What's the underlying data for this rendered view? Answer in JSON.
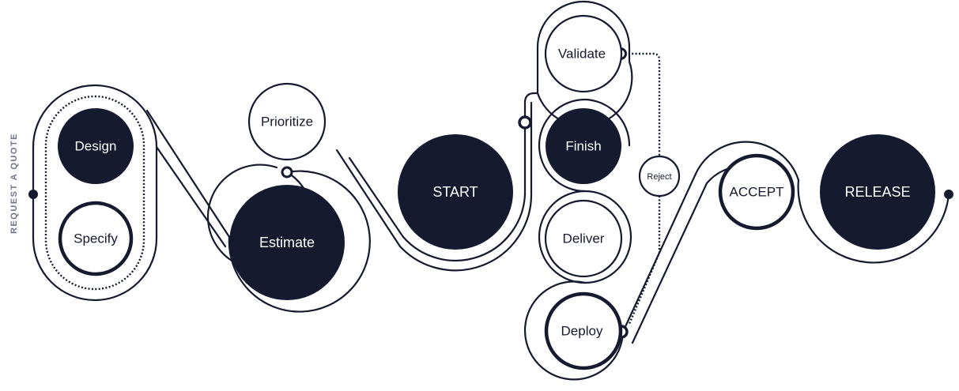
{
  "side_label": "REQUEST A QUOTE",
  "nodes": {
    "design": "Design",
    "specify": "Specify",
    "prioritize": "Prioritize",
    "estimate": "Estimate",
    "start": "START",
    "validate": "Validate",
    "finish": "Finish",
    "deliver": "Deliver",
    "deploy": "Deploy",
    "reject": "Reject",
    "accept": "ACCEPT",
    "release": "RELEASE"
  },
  "colors": {
    "navy": "#151a2f",
    "side_label": "#6f7486",
    "background": "#ffffff"
  }
}
